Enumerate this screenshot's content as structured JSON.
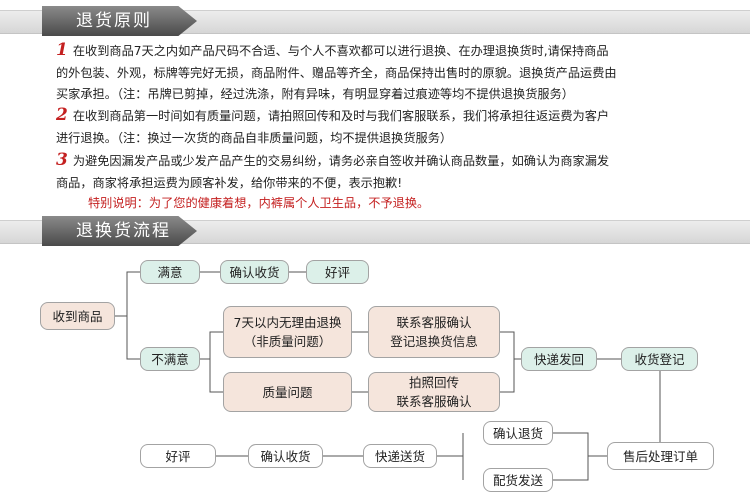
{
  "section1": {
    "title": "退货原则"
  },
  "policy": {
    "items": [
      {
        "num": "1",
        "lines": [
          "在收到商品7天之内如产品尺码不合适、与个人不喜欢都可以进行退换、在办理退换货时,请保持商品",
          "的外包装、外观，标牌等完好无损，商品附件、赠品等齐全，商品保持出售时的原貌。退换货产品运费由",
          "买家承担。（注：吊牌已剪掉，经过洗涤，附有异味，有明显穿着过痕迹等均不提供退换货服务）"
        ]
      },
      {
        "num": "2",
        "lines": [
          "在收到商品第一时间如有质量问题，请拍照回传和及时与我们客服联系，我们将承担往返运费为客户",
          "进行退换。（注：换过一次货的商品自非质量问题，均不提供退换货服务）"
        ]
      },
      {
        "num": "3",
        "lines": [
          "为避免因漏发产品或少发产品产生的交易纠纷，请务必亲自签收并确认商品数量，如确认为商家漏发",
          "商品，商家将承担运费为顾客补发，给你带来的不便，表示抱歉!"
        ]
      }
    ],
    "special_note": "特别说明：为了您的健康着想，内裤属个人卫生品，不予退换。"
  },
  "section2": {
    "title": "退换货流程"
  },
  "flow": {
    "receive": "收到商品",
    "satisfied": "满意",
    "confirm_receipt_top": "确认收货",
    "good_review_top": "好评",
    "unsatisfied": "不满意",
    "seven_day_line1": "7天以内无理由退换",
    "seven_day_line2": "（非质量问题）",
    "contact_cs_line1": "联系客服确认",
    "contact_cs_line2": "登记退换货信息",
    "quality_issue": "质量问题",
    "photo_line1": "拍照回传",
    "photo_line2": "联系客服确认",
    "express_return": "快递发回",
    "receipt_register": "收货登记",
    "confirm_refund": "确认退货",
    "reship": "配货发送",
    "after_sales": "售后处理订单",
    "express_send": "快递送货",
    "confirm_receipt_bottom": "确认收货",
    "good_review_bottom": "好评"
  }
}
